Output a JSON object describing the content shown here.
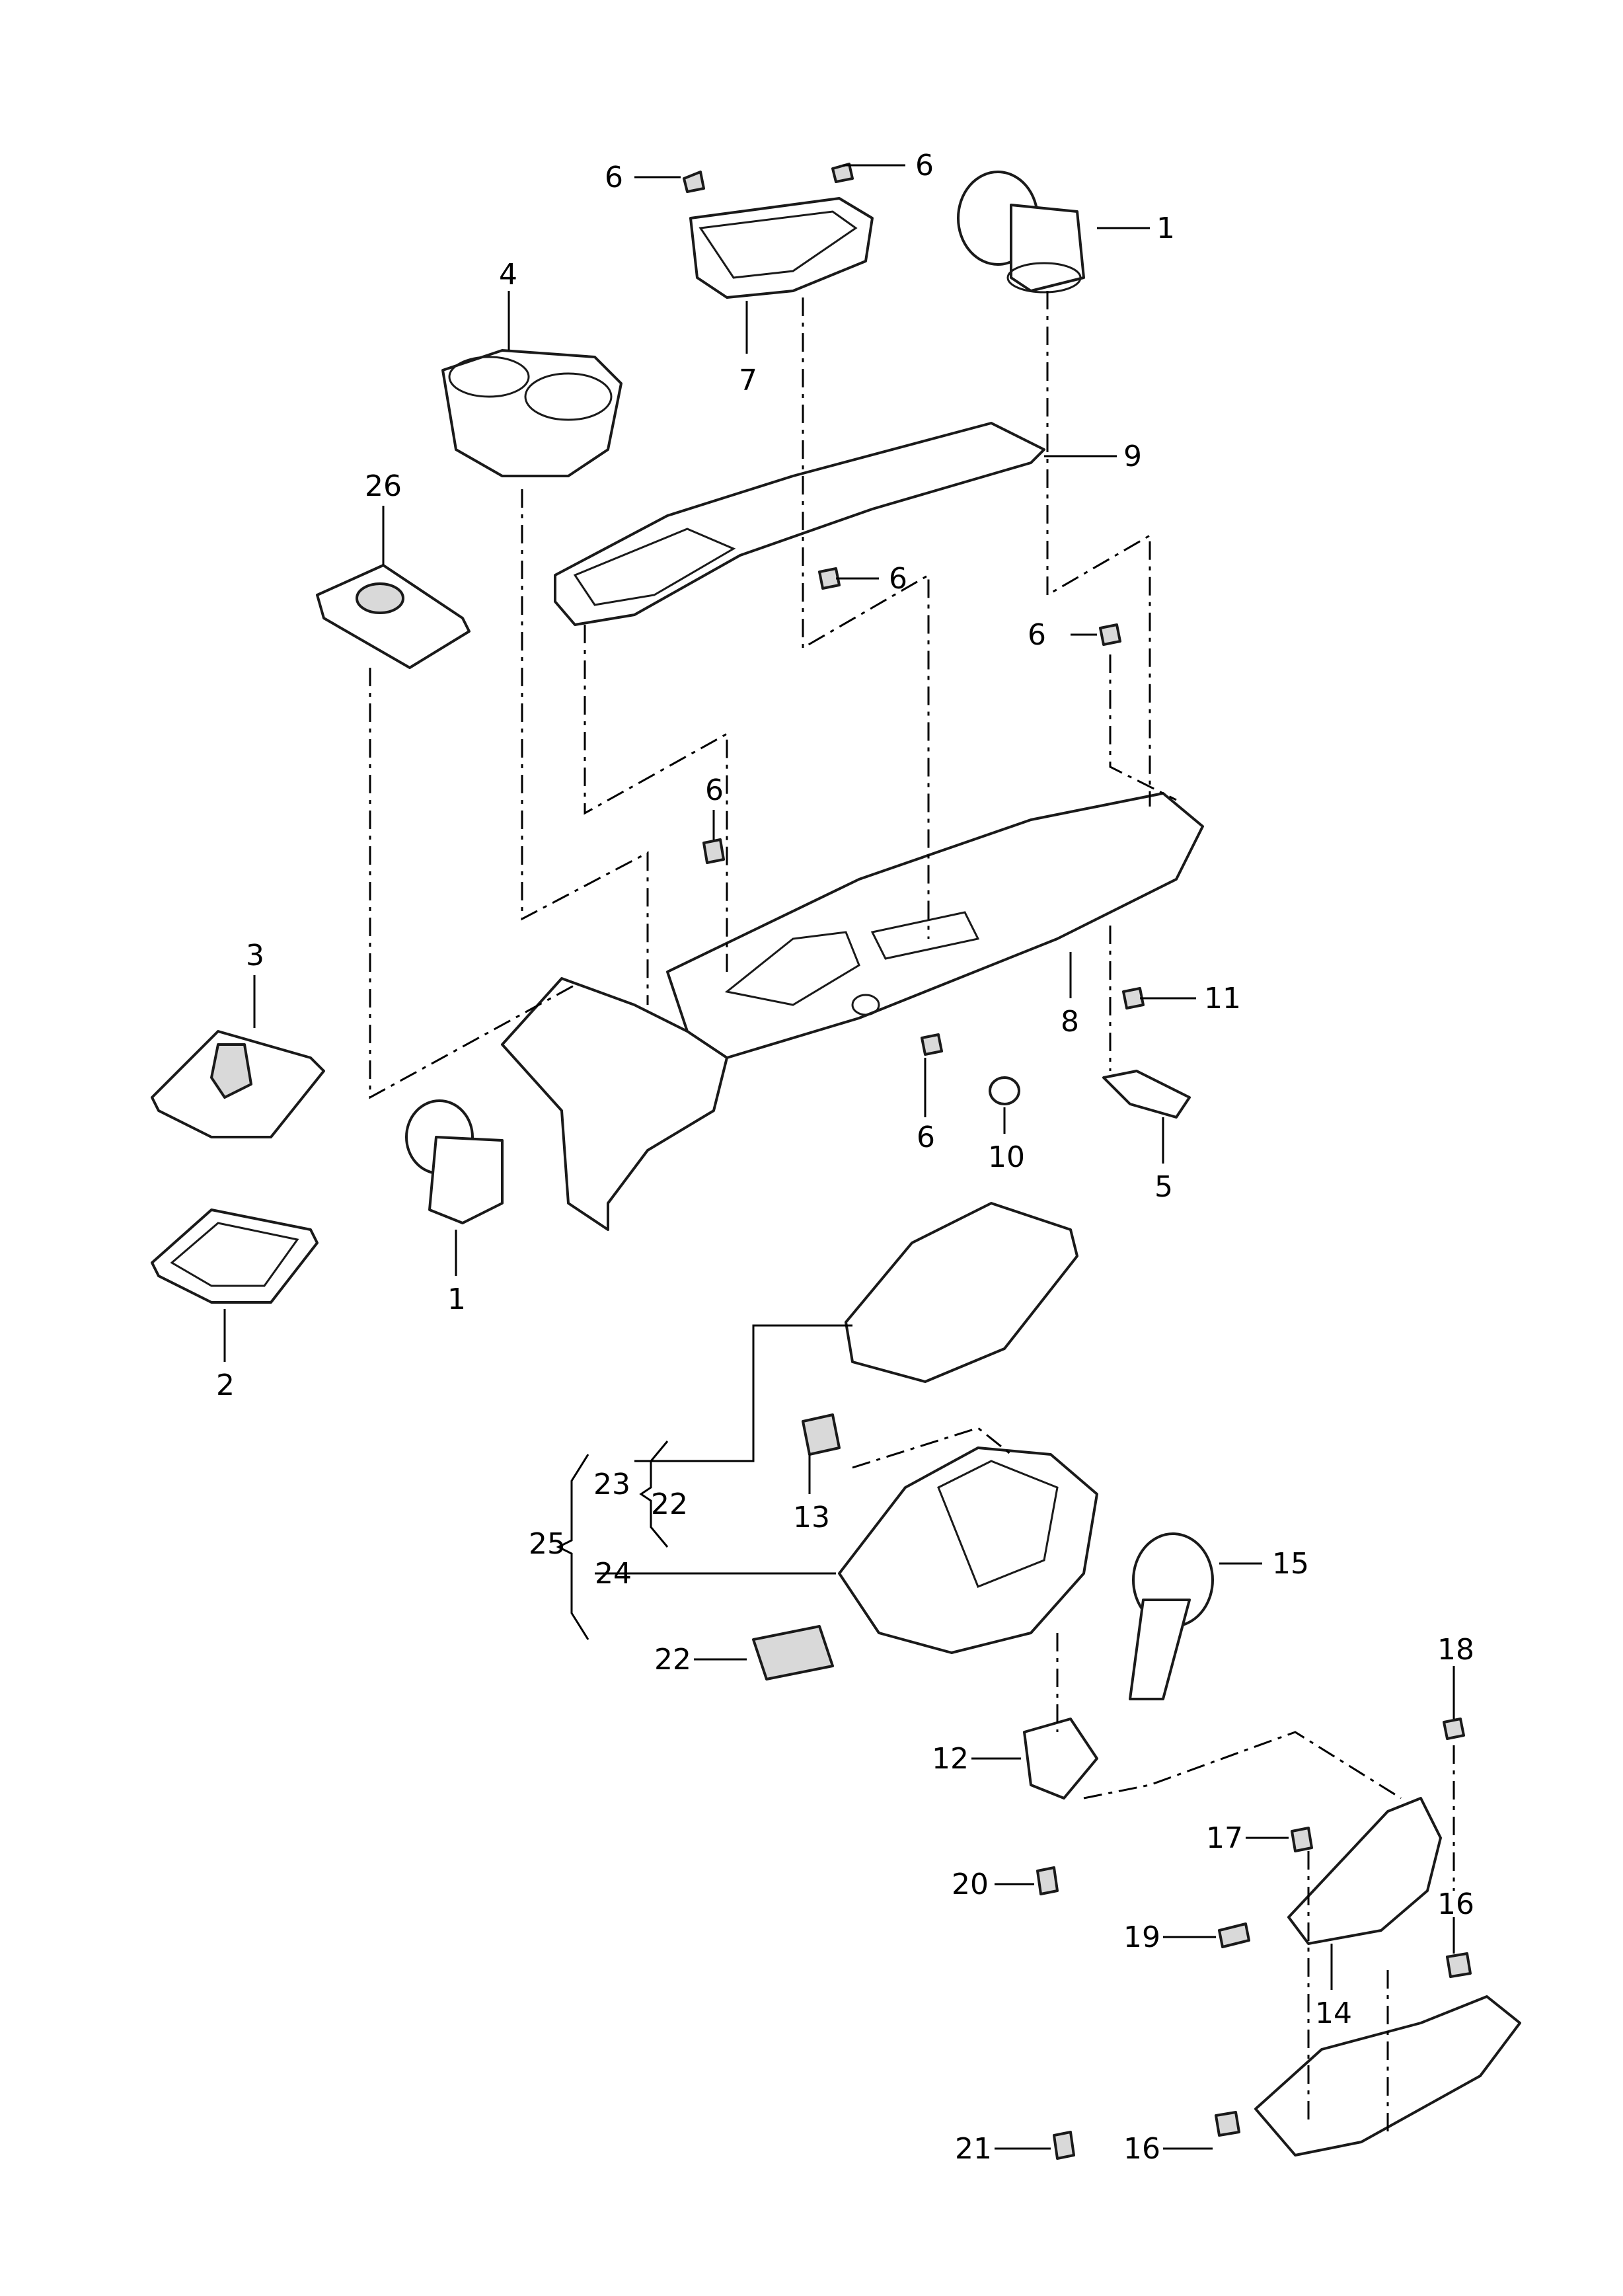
{
  "callouts": {
    "c1_top": "1",
    "c1_bottom": "1",
    "c2": "2",
    "c3": "3",
    "c4": "4",
    "c5": "5",
    "c6_a": "6",
    "c6_b": "6",
    "c6_c": "6",
    "c6_d": "6",
    "c6_e": "6",
    "c6_f": "6",
    "c7": "7",
    "c8": "8",
    "c9": "9",
    "c10": "10",
    "c11": "11",
    "c12": "12",
    "c13": "13",
    "c14": "14",
    "c15": "15",
    "c16_a": "16",
    "c16_b": "16",
    "c17": "17",
    "c18": "18",
    "c19": "19",
    "c20": "20",
    "c21": "21",
    "c22_a": "22",
    "c22_b": "22",
    "c23": "23",
    "c24": "24",
    "c25": "25",
    "c26": "26"
  }
}
